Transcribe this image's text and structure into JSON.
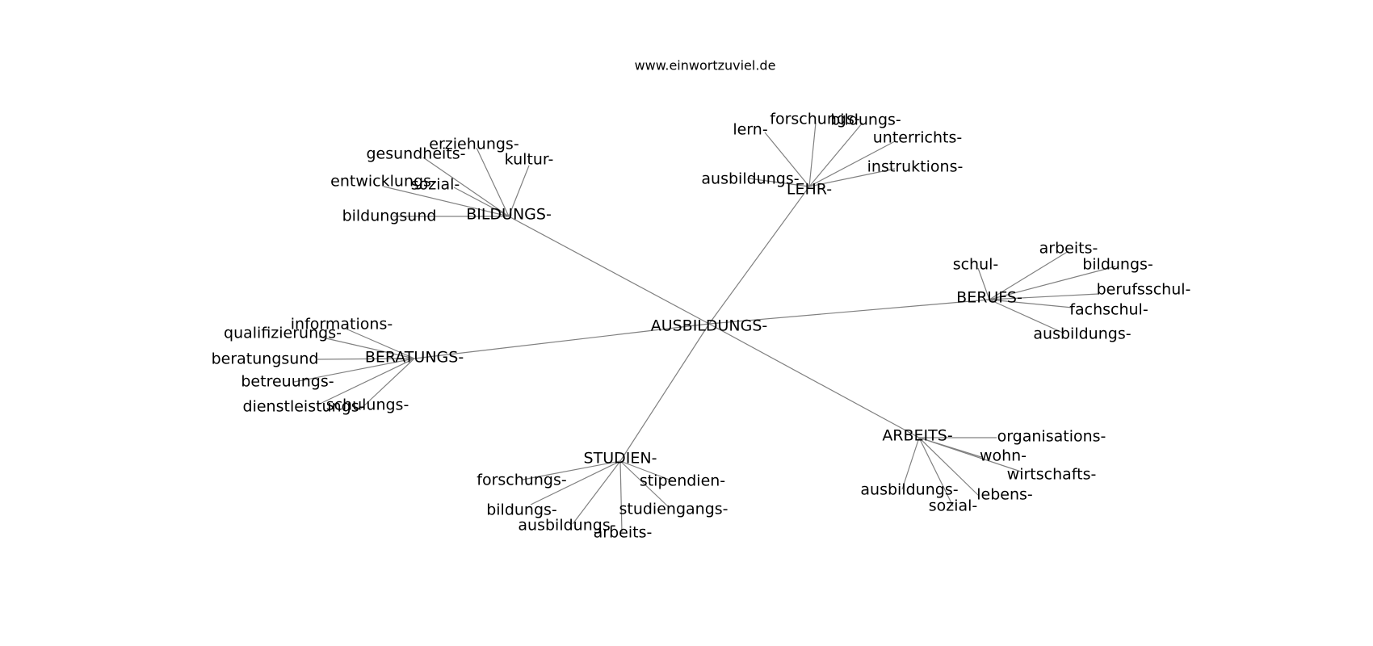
{
  "title": "www.einwortzuviel.de",
  "root": {
    "label": "AUSBILDUNGS-",
    "children": [
      {
        "label": "LEHR-",
        "children": [
          "lern-",
          "forschungs-",
          "bildungs-",
          "unterrichts-",
          "instruktions-",
          "ausbildungs-"
        ]
      },
      {
        "label": "BILDUNGS-",
        "children": [
          "erziehungs-",
          "gesundheits-",
          "kultur-",
          "entwicklungs-",
          "sozial-",
          "bildungsund"
        ]
      },
      {
        "label": "BERUFS-",
        "children": [
          "arbeits-",
          "schul-",
          "bildungs-",
          "berufsschul-",
          "fachschul-",
          "ausbildungs-"
        ]
      },
      {
        "label": "BERATUNGS-",
        "children": [
          "informations-",
          "qualifizierungs-",
          "beratungsund",
          "betreuungs-",
          "dienstleistungs-",
          "schulungs-"
        ]
      },
      {
        "label": "ARBEITS-",
        "children": [
          "organisations-",
          "wohn-",
          "wirtschafts-",
          "ausbildungs-",
          "lebens-",
          "sozial-"
        ]
      },
      {
        "label": "STUDIEN-",
        "children": [
          "forschungs-",
          "stipendien-",
          "bildungs-",
          "studiengangs-",
          "ausbildungs-",
          "arbeits-"
        ]
      }
    ]
  }
}
